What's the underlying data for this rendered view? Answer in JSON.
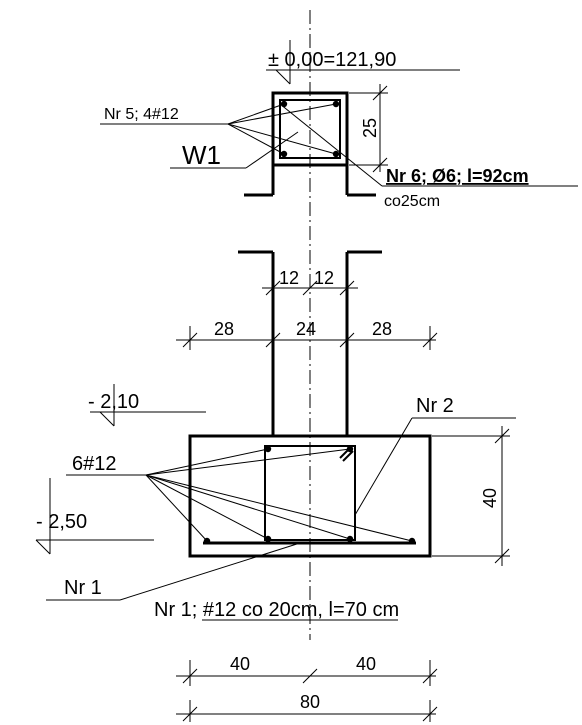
{
  "labels": {
    "level_top": "± 0,00=121,90",
    "w1_rebar": "Nr 5; 4#12",
    "w1_name": "W1",
    "dim_25": "25",
    "stirrup_nr6": "Nr 6; Ø6; l=92cm",
    "stirrup_spacing": "co25cm",
    "dim_12a": "12",
    "dim_12b": "12",
    "dim_28a": "28",
    "dim_24": "24",
    "dim_28b": "28",
    "level_210": "- 2,10",
    "nr2": "Nr 2",
    "rebar_6x12": "6#12",
    "dim_40v": "40",
    "level_250": "- 2,50",
    "nr1": "Nr 1",
    "nr1_desc": "Nr 1; #12 co 20cm, l=70 cm",
    "dim_40a": "40",
    "dim_40b": "40",
    "dim_80": "80"
  },
  "colors": {
    "line": "#000000",
    "background": "#ffffff"
  }
}
